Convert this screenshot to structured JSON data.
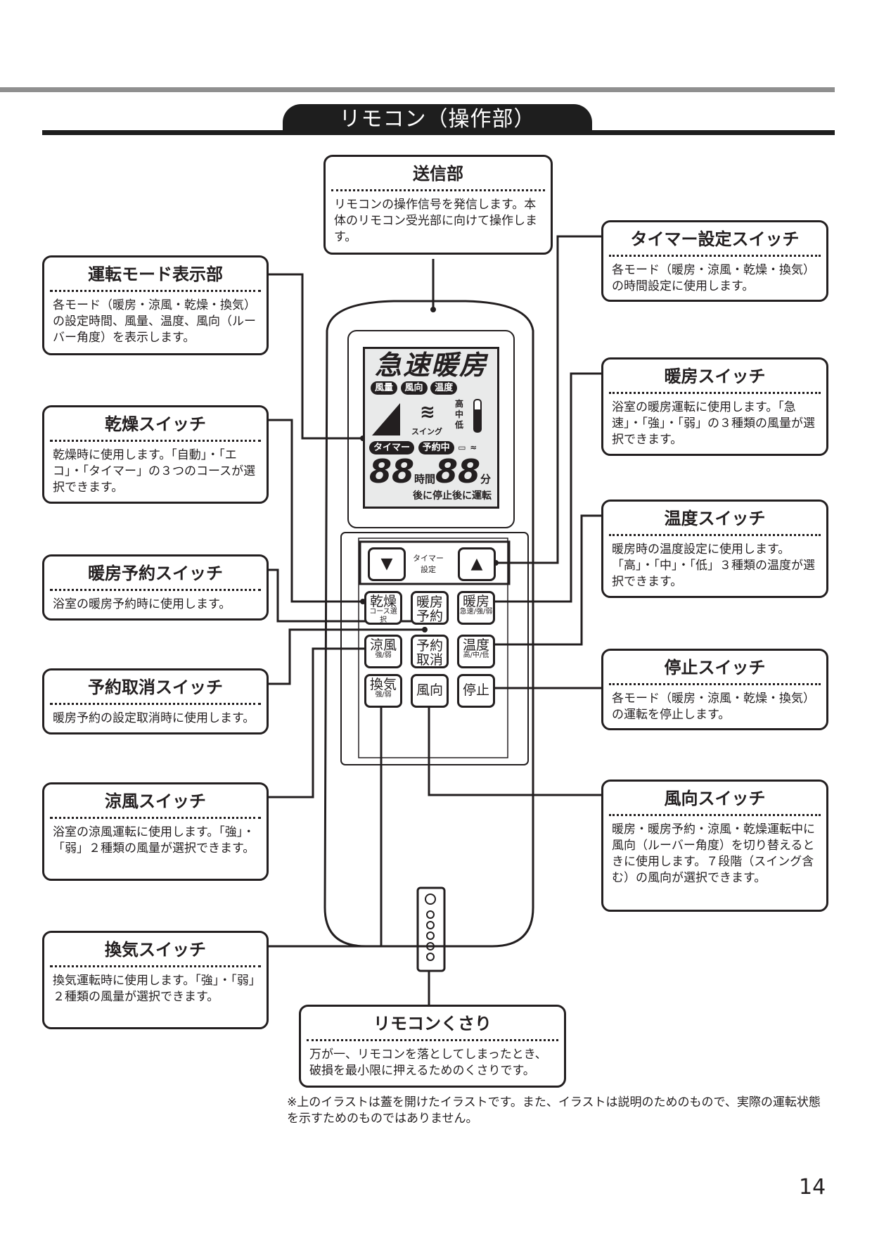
{
  "header": {
    "title": "リモコン（操作部）"
  },
  "callouts": {
    "transmitter": {
      "title": "送信部",
      "desc": "リモコンの操作信号を発信します。本体のリモコン受光部に向けて操作します。"
    },
    "mode_display": {
      "title": "運転モード表示部",
      "desc": "各モード（暖房・涼風・乾燥・換気）の設定時間、風量、温度、風向（ルーバー角度）を表示します。"
    },
    "dry_switch": {
      "title": "乾燥スイッチ",
      "desc": "乾燥時に使用します。「自動」・「エコ」・「タイマー」の３つのコースが選択できます。"
    },
    "heat_reserve_switch": {
      "title": "暖房予約スイッチ",
      "desc": "浴室の暖房予約時に使用します。"
    },
    "reserve_cancel_switch": {
      "title": "予約取消スイッチ",
      "desc": "暖房予約の設定取消時に使用します。"
    },
    "cool_switch": {
      "title": "涼風スイッチ",
      "desc": "浴室の涼風運転に使用します。「強」・「弱」２種類の風量が選択できます。"
    },
    "vent_switch": {
      "title": "換気スイッチ",
      "desc": "換気運転時に使用します。「強」・「弱」２種類の風量が選択できます。"
    },
    "timer_switch": {
      "title": "タイマー設定スイッチ",
      "desc": "各モード（暖房・涼風・乾燥・換気）の時間設定に使用します。"
    },
    "heat_switch": {
      "title": "暖房スイッチ",
      "desc": "浴室の暖房運転に使用します。「急速」・「強」・「弱」の３種類の風量が選択できます。"
    },
    "temp_switch": {
      "title": "温度スイッチ",
      "desc": "暖房時の温度設定に使用します。「高」・「中」・「低」３種類の温度が選択できます。"
    },
    "stop_switch": {
      "title": "停止スイッチ",
      "desc": "各モード（暖房・涼風・乾燥・換気）の運転を停止します。"
    },
    "direction_switch": {
      "title": "風向スイッチ",
      "desc": "暖房・暖房予約・涼風・乾燥運転中に風向（ルーバー角度）を切り替えるときに使用します。７段階（スイング含む）の風向が選択できます。"
    },
    "chain": {
      "title": "リモコンくさり",
      "desc": "万が一、リモコンを落としてしまったとき、破損を最小限に押えるためのくさりです。"
    }
  },
  "lcd": {
    "mode": "急速暖房",
    "tag_air": "風量",
    "tag_dir": "風向",
    "tag_temp": "温度",
    "temp_high": "高",
    "temp_mid": "中",
    "temp_low": "低",
    "swing": "スイング",
    "tag_timer": "タイマー",
    "tag_reserved": "予約中",
    "digits_left": "88",
    "unit_hour": "時間",
    "digits_right": "88",
    "unit_min": "分",
    "bottom": "後に停止後に運転"
  },
  "buttons": {
    "timer_label": "タイマー設定",
    "down": "▼",
    "up": "▲",
    "dry": "乾燥",
    "dry_sub": "コース選択",
    "heat_reserve": "暖房予約",
    "heat": "暖房",
    "heat_sub": "急速/強/弱",
    "cool": "涼風",
    "cool_sub": "強/弱",
    "cancel": "予約取消",
    "temp": "温度",
    "temp_sub": "高/中/低",
    "vent": "換気",
    "vent_sub": "強/弱",
    "direction": "風向",
    "stop": "停止"
  },
  "footnote": "※上のイラストは蓋を開けたイラストです。また、イラストは説明のためのもので、実際の運転状態を示すためのものではありません。",
  "page_number": "14"
}
